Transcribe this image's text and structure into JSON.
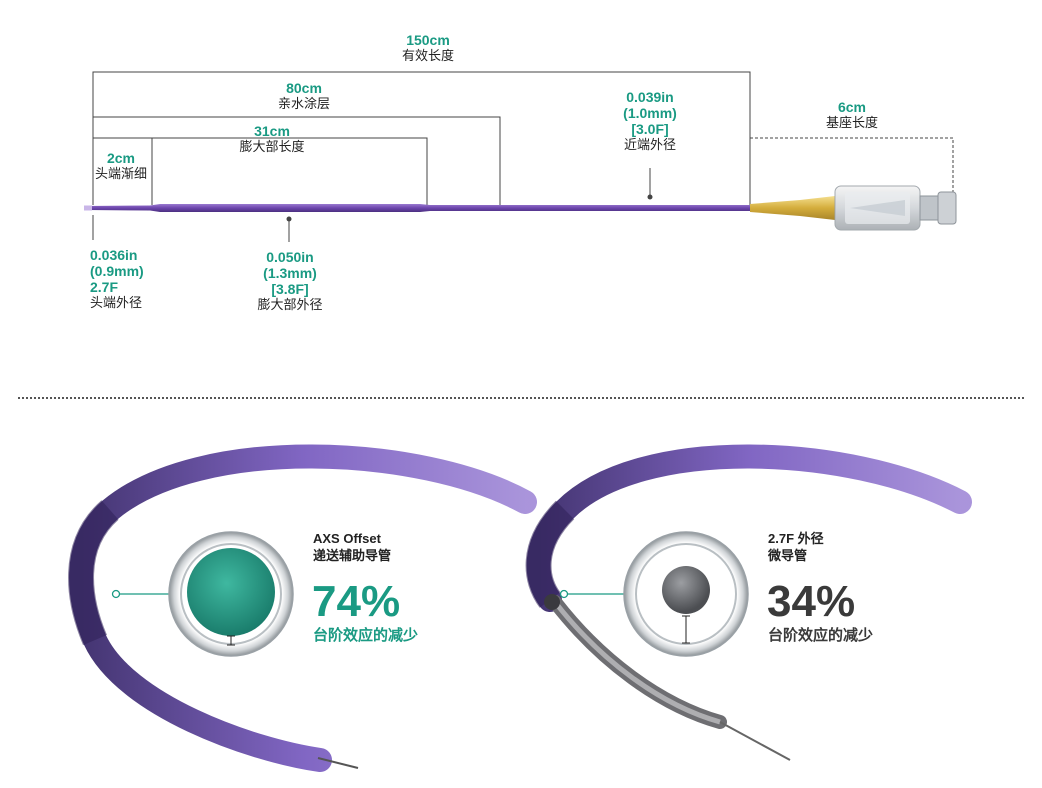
{
  "dimensions": {
    "total_length": {
      "value": "150cm",
      "label": "有效长度"
    },
    "hydrophilic": {
      "value": "80cm",
      "label": "亲水涂层"
    },
    "swell_length": {
      "value": "31cm",
      "label": "膨大部长度"
    },
    "tip_taper": {
      "value": "2cm",
      "label": "头端渐细"
    },
    "hub_length": {
      "value": "6cm",
      "label": "基座长度"
    },
    "proximal_od": {
      "lines": [
        "0.039in",
        "(1.0mm)",
        "[3.0F]"
      ],
      "label": "近端外径"
    },
    "tip_od": {
      "lines": [
        "0.036in",
        "(0.9mm)",
        "2.7F"
      ],
      "label": "头端外径"
    },
    "swell_od": {
      "lines": [
        "0.050in",
        "(1.3mm)",
        "[3.8F]"
      ],
      "label": "膨大部外径"
    }
  },
  "comparison": [
    {
      "title_lines": [
        "AXS Offset",
        "递送辅助导管"
      ],
      "percent": "74%",
      "subtitle": "台阶效应的减少",
      "color": "#1a9a83"
    },
    {
      "title_lines": [
        "2.7F 外径",
        "微导管"
      ],
      "percent": "34%",
      "subtitle": "台阶效应的减少",
      "color": "#3a3a3a"
    }
  ],
  "colors": {
    "accent": "#1a9a83",
    "catheter": "#7b55b8",
    "hub_gold": "#e3c35a"
  }
}
